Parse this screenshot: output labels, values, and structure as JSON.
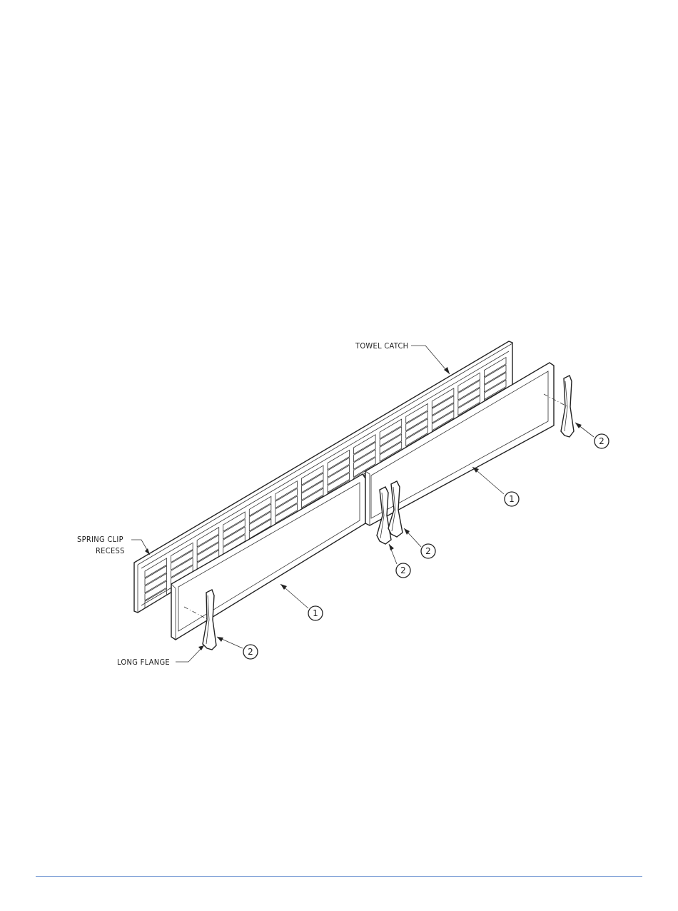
{
  "labels": {
    "towel_catch": "TOWEL CATCH",
    "spring_clip_line1": "SPRING CLIP",
    "spring_clip_line2": "RECESS",
    "long_flange": "LONG FLANGE"
  },
  "callouts": {
    "screen_panel": "1",
    "spring_clip": "2"
  },
  "colors": {
    "line": "#222222",
    "footer_rule": "#7d9fd6"
  }
}
